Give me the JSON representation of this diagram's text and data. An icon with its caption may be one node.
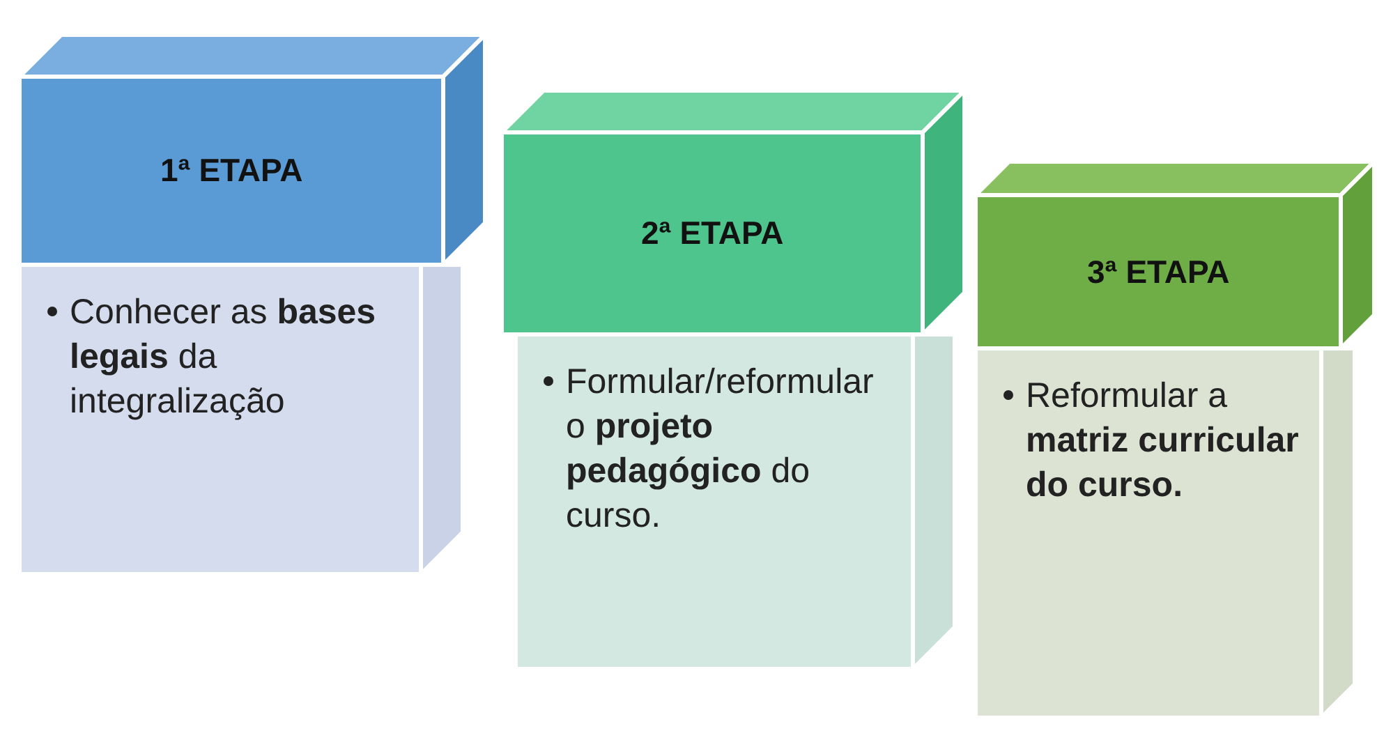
{
  "diagram": {
    "nodes": [
      {
        "text": [
          "1ª ETAPA"
        ]
      },
      {
        "text": [
          "Conhecer as **bases legais** da integralização"
        ]
      },
      {
        "text": [
          "2ª ETAPA"
        ]
      },
      {
        "text": [
          "Formular/reformular o **projeto pedagógico** do curso."
        ]
      },
      {
        "text": [
          "3ª ETAPA"
        ]
      },
      {
        "text": [
          "Reformular a **matriz curricular do curso.**"
        ]
      }
    ]
  }
}
